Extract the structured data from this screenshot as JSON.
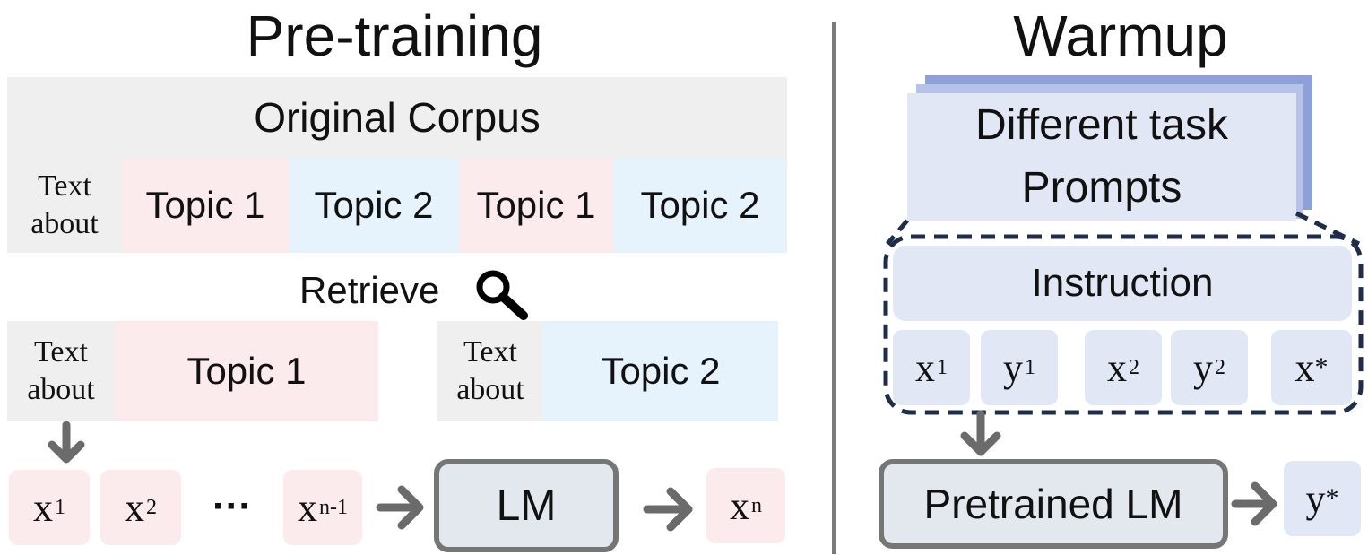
{
  "left": {
    "title": "Pre-training",
    "corpus_label": "Original Corpus",
    "text_about_line1": "Text",
    "text_about_line2": "about",
    "corpus_topics": [
      "Topic 1",
      "Topic 2",
      "Topic 1",
      "Topic 2"
    ],
    "retrieve_label": "Retrieve",
    "retrieved_topics": [
      "Topic 1",
      "Topic 2"
    ],
    "tokens": {
      "x1": {
        "base": "x",
        "sub": "1"
      },
      "x2": {
        "base": "x",
        "sub": "2"
      },
      "ellipsis": "···",
      "xn1": {
        "base": "x",
        "sub": "n-1"
      },
      "xn": {
        "base": "x",
        "sub": "n"
      }
    },
    "model_label": "LM"
  },
  "right": {
    "title": "Warmup",
    "prompts_line1": "Different task",
    "prompts_line2": "Prompts",
    "instruction_label": "Instruction",
    "tokens": {
      "x1": {
        "base": "x",
        "sub": "1"
      },
      "y1": {
        "base": "y",
        "sub": "1"
      },
      "x2": {
        "base": "x",
        "sub": "2"
      },
      "y2": {
        "base": "y",
        "sub": "2"
      },
      "xstar": {
        "base": "x",
        "sup": "*"
      },
      "ystar": {
        "base": "y",
        "sup": "*"
      }
    },
    "model_label": "Pretrained LM"
  },
  "colors": {
    "topic1": "#fcebed",
    "topic2": "#e6f3fc",
    "corpus_gray": "#efefef",
    "prompt_lavender": "#e2e7f6",
    "prompt_stack": "#8ea0d8",
    "dashed_border": "#1f2d4a",
    "arrow_gray": "#6b6b6b",
    "divider_gray": "#7a7a7a"
  }
}
